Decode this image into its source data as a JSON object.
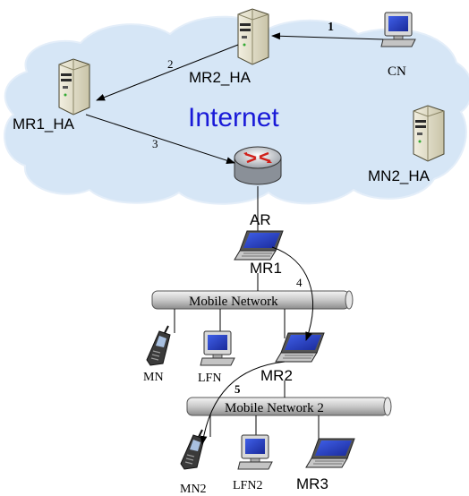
{
  "labels": {
    "internet": "Internet",
    "mr2_ha": "MR2_HA",
    "mr1_ha": "MR1_HA",
    "mn2_ha": "MN2_HA",
    "cn": "CN",
    "ar": "AR",
    "mr1": "MR1",
    "mr2": "MR2",
    "mr3": "MR3",
    "mobile_network": "Mobile Network",
    "mobile_network_2": "Mobile Network 2",
    "mn": "MN",
    "lfn": "LFN",
    "mn2": "MN2",
    "lfn2": "LFN2"
  },
  "steps": [
    "1",
    "2",
    "3",
    "4",
    "5"
  ],
  "colors": {
    "cloud": "#d6e6f6",
    "internet_text": "#1a1ad8",
    "arrow": "#000000",
    "bus": "#cfcfcf"
  }
}
